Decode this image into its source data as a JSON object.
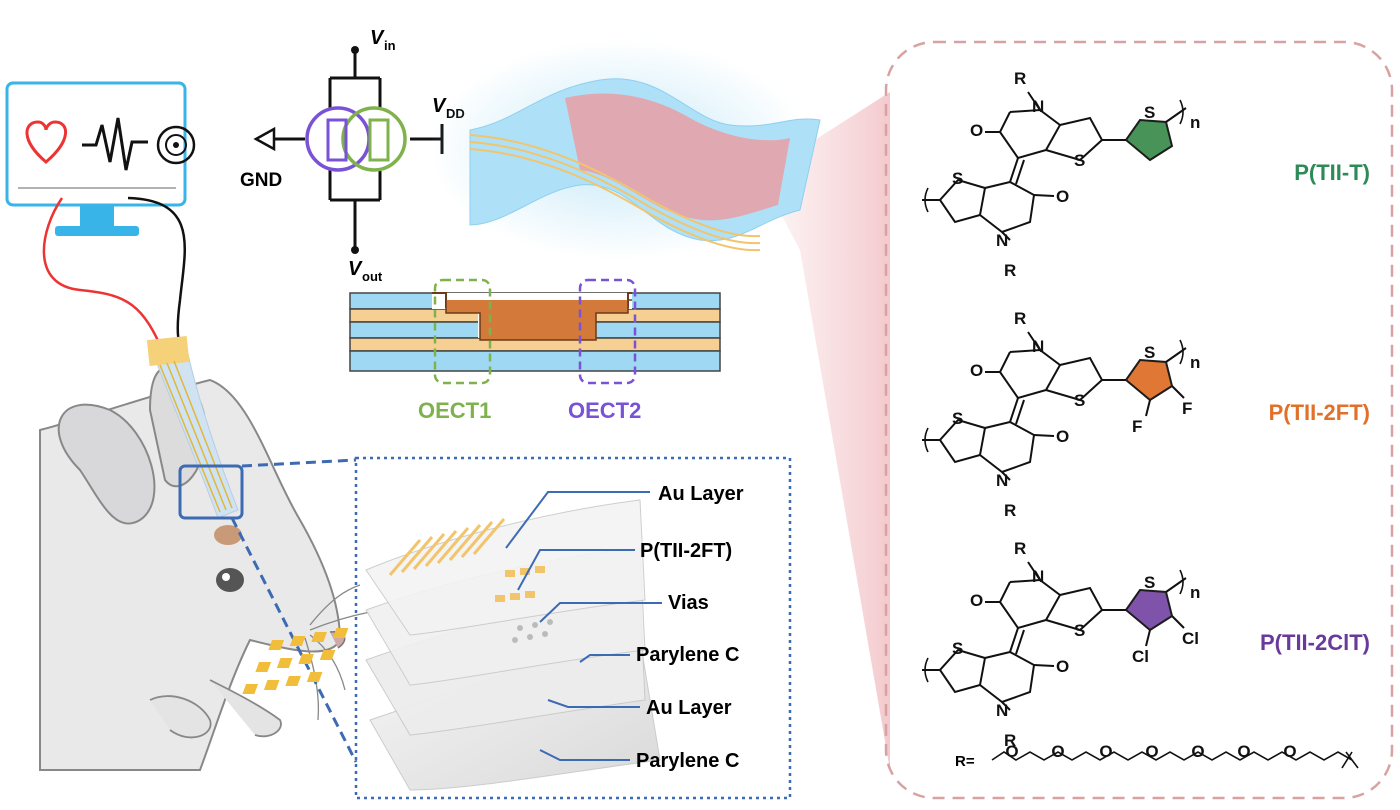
{
  "circuit": {
    "vin": "V",
    "vin_sub": "in",
    "vdd": "V",
    "vdd_sub": "DD",
    "vout": "V",
    "vout_sub": "out",
    "gnd": "GND"
  },
  "cross_section": {
    "oect1": "OECT1",
    "oect2": "OECT2"
  },
  "layers": [
    "Au Layer",
    "P(TII-2FT)",
    "Vias",
    "Parylene C",
    "Au Layer",
    "Parylene C"
  ],
  "polymers": [
    {
      "name": "P(TII-T)",
      "color": "#2e8b57",
      "ring_fill": "#3e8e50",
      "subs": []
    },
    {
      "name": "P(TII-2FT)",
      "color": "#e0702a",
      "ring_fill": "#e0702a",
      "subs": [
        "F",
        "F"
      ]
    },
    {
      "name": "P(TII-2ClT)",
      "color": "#6a3a9a",
      "ring_fill": "#7a4aa6",
      "subs": [
        "Cl",
        "Cl"
      ]
    }
  ],
  "atoms": {
    "N": "N",
    "S": "S",
    "O": "O",
    "R": "R",
    "n": "n"
  },
  "r_group": {
    "label": "R=",
    "o": "O"
  }
}
